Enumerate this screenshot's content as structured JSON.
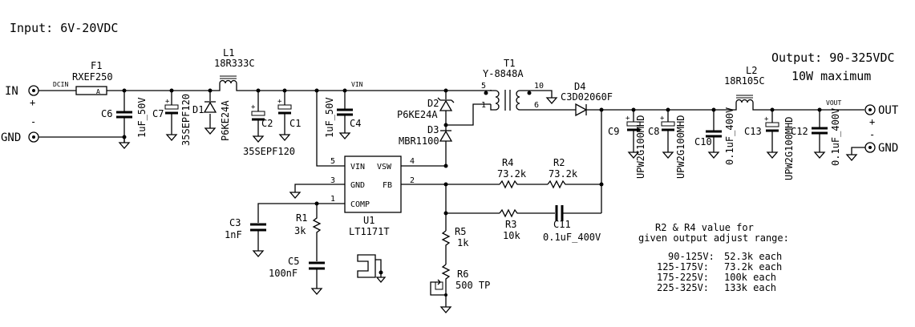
{
  "diagram": {
    "title_input": "Input: 6V-20VDC",
    "title_output": "Output: 90-325VDC",
    "title_power": "10W maximum",
    "terminals": {
      "in": "IN",
      "in_pol": "+",
      "gnd_in": "GND",
      "gnd_in_pol": "-",
      "out": "OUT",
      "out_pol": "+",
      "gnd_out": "GND",
      "gnd_out_pol": "-"
    },
    "nets": {
      "dcin": "DCIN",
      "vin": "VIN",
      "vout": "VOUT"
    },
    "components": {
      "F1": {
        "ref": "F1",
        "value": "RXEF250",
        "mark": "A"
      },
      "L1": {
        "ref": "L1",
        "value": "18R333C"
      },
      "C6": {
        "ref": "C6",
        "value": "1uF_50V"
      },
      "C7": {
        "ref": "C7",
        "value": "35SEPF120"
      },
      "D1": {
        "ref": "D1",
        "value": "P6KE24A"
      },
      "C2": {
        "ref": "C2",
        "value": "35SEPF120"
      },
      "C1": {
        "ref": "C1"
      },
      "C4": {
        "ref": "C4",
        "value": "1uF_50V"
      },
      "D2": {
        "ref": "D2",
        "value": "P6KE24A"
      },
      "D3": {
        "ref": "D3",
        "value": "MBR1100"
      },
      "T1": {
        "ref": "T1",
        "value": "Y-8848A",
        "pins": [
          "5",
          "10",
          "1",
          "6"
        ]
      },
      "D4": {
        "ref": "D4",
        "value": "C3D02060F"
      },
      "L2": {
        "ref": "L2",
        "value": "18R105C"
      },
      "C9": {
        "ref": "C9",
        "value": "UPW2G100MHD"
      },
      "C8": {
        "ref": "C8",
        "value": "UPW2G100MHD"
      },
      "C10": {
        "ref": "C10",
        "value": "0.1uF_400V"
      },
      "C13": {
        "ref": "C13",
        "value": "UPW2G100MHD"
      },
      "C12": {
        "ref": "C12",
        "value": "0.1uF_400V"
      },
      "U1": {
        "ref": "U1",
        "value": "LT1171T",
        "pins": {
          "vin": "VIN",
          "vsw": "VSW",
          "gnd": "GND",
          "fb": "FB",
          "comp": "COMP"
        },
        "pinnums": [
          "5",
          "4",
          "3",
          "2",
          "1"
        ]
      },
      "C3": {
        "ref": "C3",
        "value": "1nF"
      },
      "R1": {
        "ref": "R1",
        "value": "3k"
      },
      "C5": {
        "ref": "C5",
        "value": "100nF"
      },
      "R4": {
        "ref": "R4",
        "value": "73.2k"
      },
      "R2": {
        "ref": "R2",
        "value": "73.2k"
      },
      "R3": {
        "ref": "R3",
        "value": "10k"
      },
      "C11": {
        "ref": "C11",
        "value": "0.1uF_400V"
      },
      "R5": {
        "ref": "R5",
        "value": "1k"
      },
      "R6": {
        "ref": "R6",
        "value": "500 TP"
      }
    },
    "notes": {
      "line1": "R2 & R4 value for",
      "line2": "given output adjust range:",
      "rows": [
        {
          "range": "90-125V:",
          "value": "52.3k each"
        },
        {
          "range": "125-175V:",
          "value": "73.2k each"
        },
        {
          "range": "175-225V:",
          "value": "100k each"
        },
        {
          "range": "225-325V:",
          "value": "133k each"
        }
      ]
    }
  }
}
